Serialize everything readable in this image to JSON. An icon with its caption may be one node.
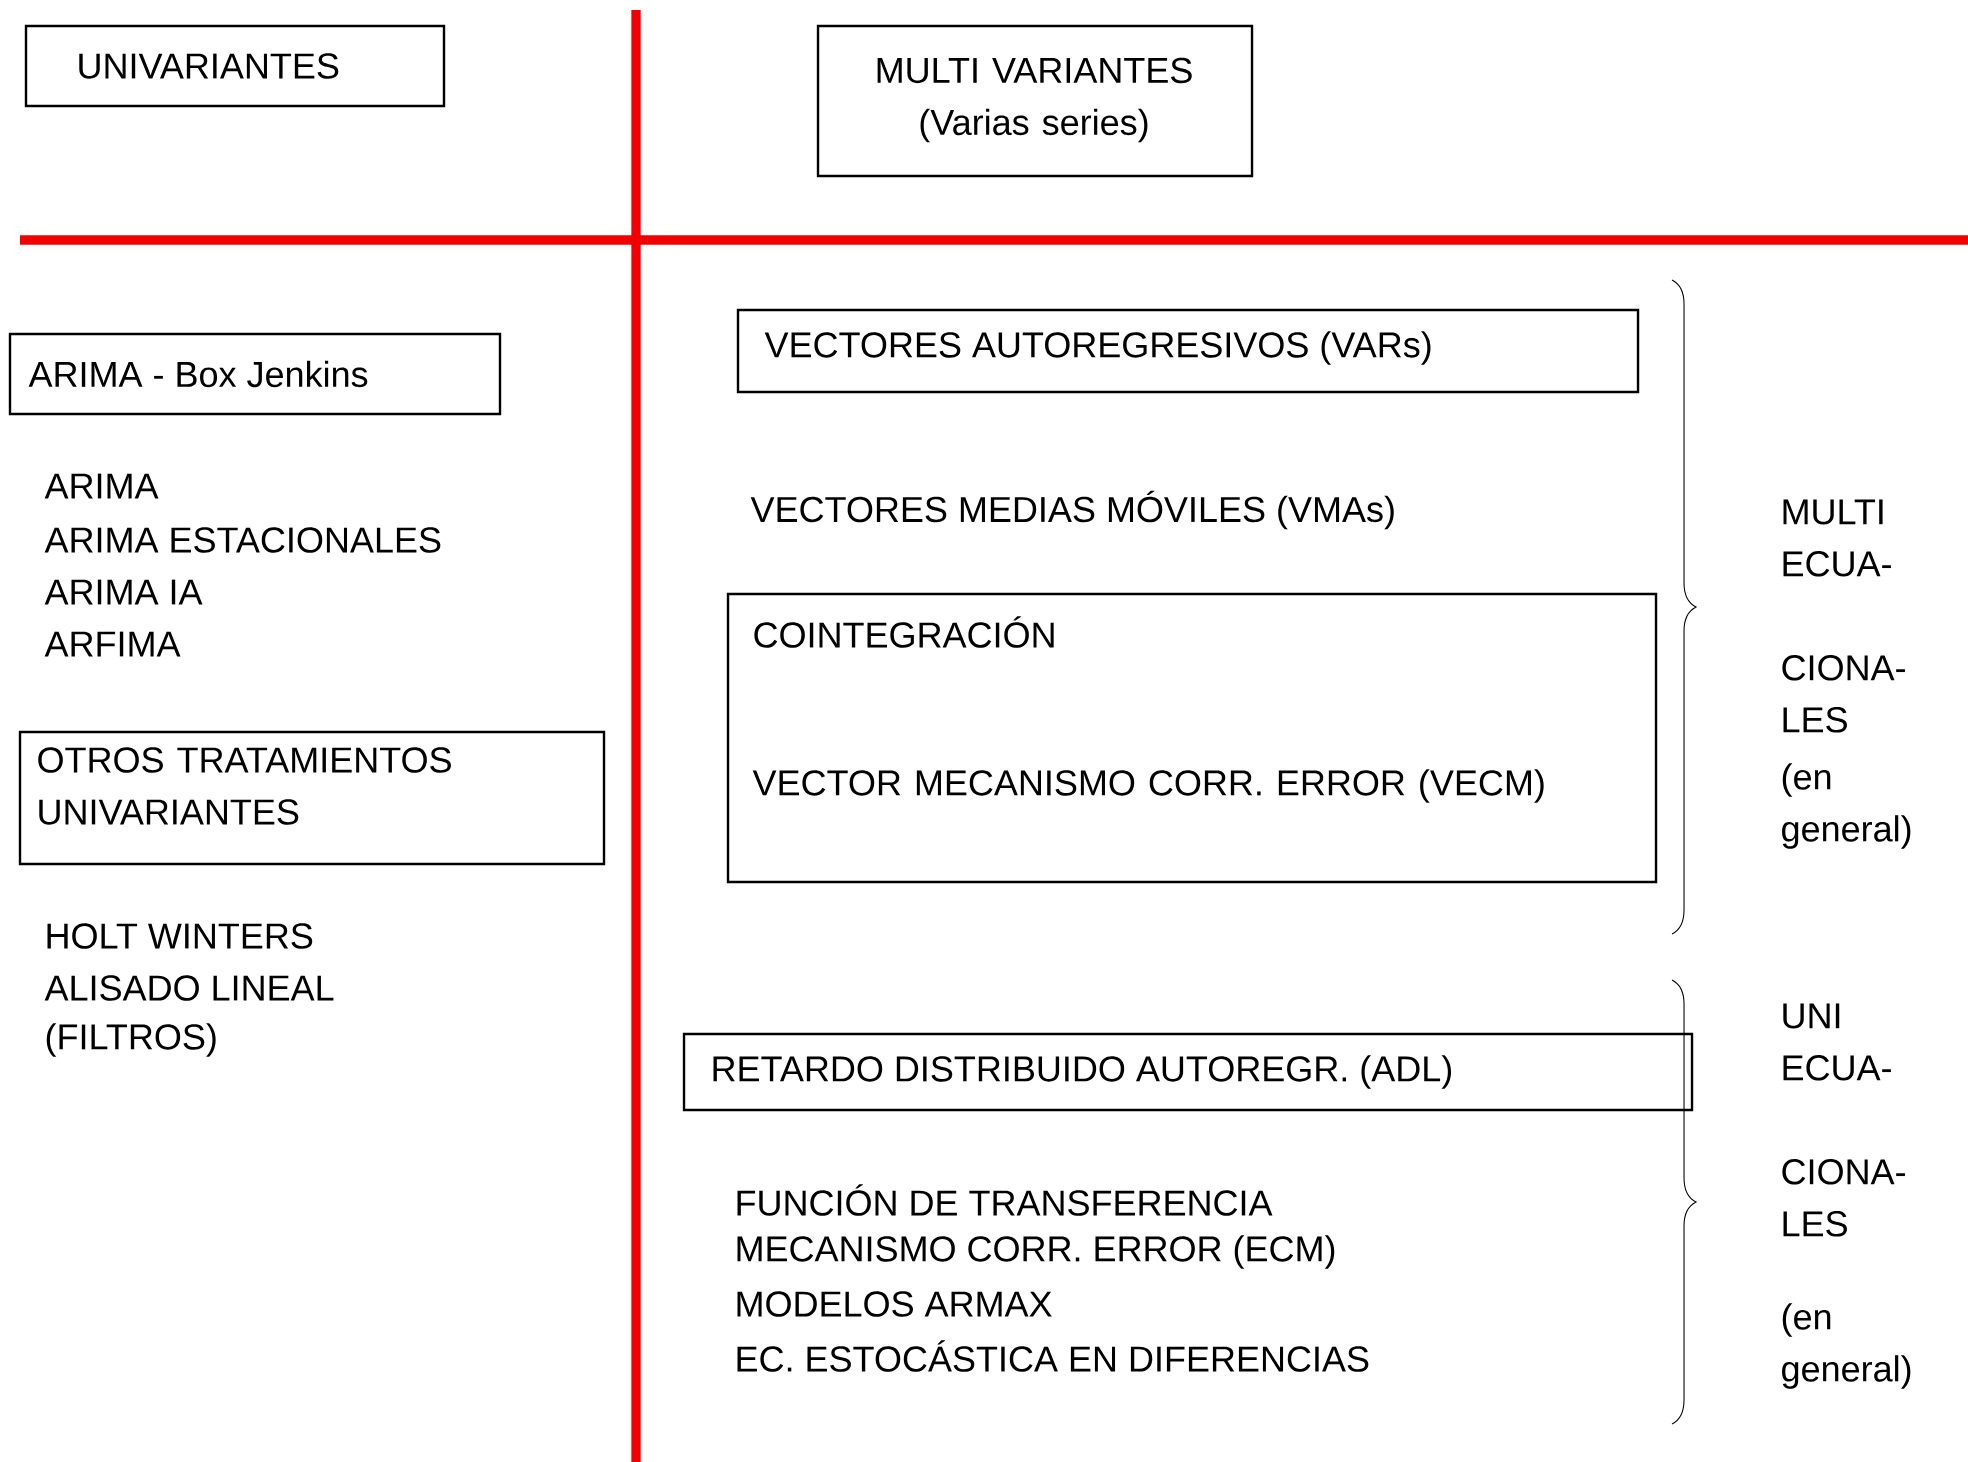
{
  "diagram": {
    "nodes": [
      {
        "text": [
          "UNIVARIANTES"
        ]
      },
      {
        "text": [
          "MULTI VARIANTES (Varias series)"
        ]
      },
      {
        "text": [
          "ARIMA - Box Jenkins"
        ]
      },
      {
        "text": [
          "VECTORES AUTOREGRESIVOS (VARs)"
        ]
      },
      {
        "text": [
          "COINTEGRACIÓN",
          "VECTOR MECANISMO CORR. ERROR (VECM)"
        ]
      },
      {
        "text": [
          "OTROS TRATAMIENTOS UNIVARIANTES"
        ]
      },
      {
        "text": [
          "RETARDO DISTRIBUIDO AUTOREGR. (ADL)"
        ]
      }
    ],
    "labels": [
      "ARIMA",
      "ARIMA ESTACIONALES",
      "ARIMA IA",
      "ARFIMA",
      "VECTORES MEDIAS MÓVILES (VMAs)",
      "MULTI ECUA- CIONA- LES",
      "(en general)",
      "HOLT WINTERS",
      "ALISADO LINEAL",
      "(FILTROS)",
      "UNI ECUA- CIONA- LES",
      "FUNCIÓN DE TRANSFERENCIA",
      "MECANISMO CORR. ERROR (ECM)",
      "MODELOS ARMAX",
      "EC. ESTOCÁSTICA EN DIFERENCIAS",
      "(en general)"
    ]
  }
}
